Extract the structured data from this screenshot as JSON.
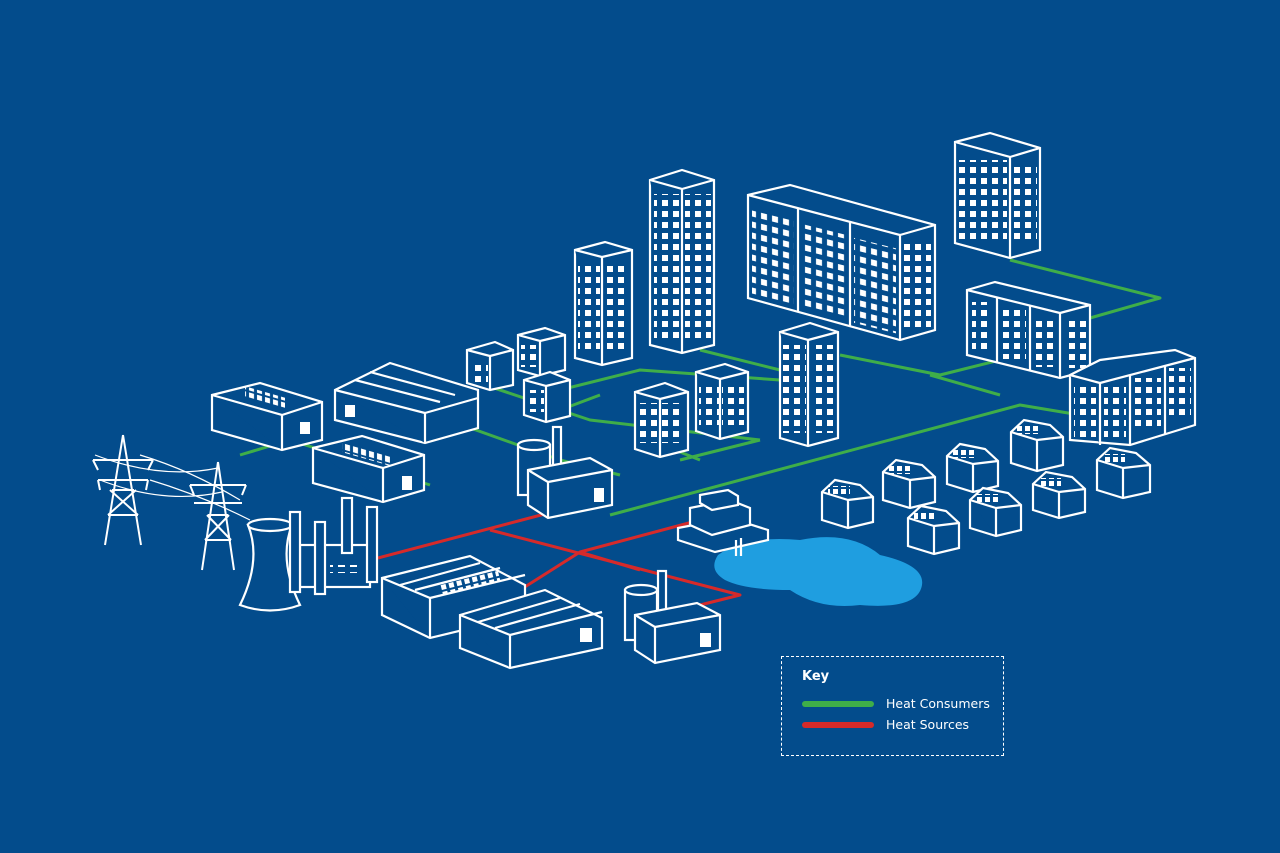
{
  "background_color": "#034c8c",
  "colors": {
    "consumer_line": "#3fae49",
    "source_line": "#d62a2a",
    "water": "#1f9ee0",
    "outline": "#ffffff"
  },
  "legend": {
    "title": "Key",
    "items": [
      {
        "label": "Heat Consumers",
        "color": "#3fae49"
      },
      {
        "label": "Heat Sources",
        "color": "#d62a2a"
      }
    ]
  }
}
